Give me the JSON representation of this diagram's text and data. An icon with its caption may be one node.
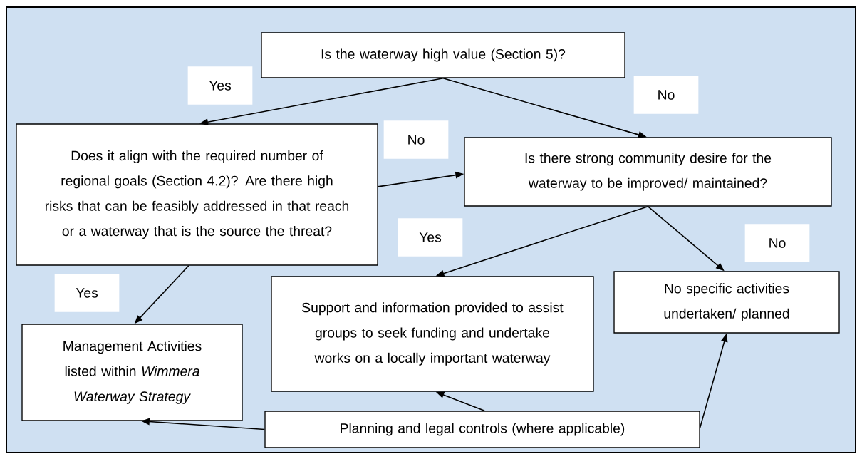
{
  "diagram": {
    "nodes": [
      {
        "text": [
          "Is the waterway high value (Section 5)?"
        ]
      },
      {
        "text": [
          "Does it align with the required number of regional goals (Section 4.2)? Are there high risks that can be feasibly addressed in that reach or a waterway that is the source the threat?"
        ]
      },
      {
        "text": [
          "Is there strong community desire for the waterway to be improved/ maintained?"
        ]
      },
      {
        "text": [
          "Support and information provided to assist groups to seek funding and undertake works on a locally important waterway"
        ]
      },
      {
        "text": [
          "No specific activities undertaken/ planned"
        ]
      },
      {
        "text": [
          "Management Activities listed within *Wimmera Waterway Strategy*"
        ]
      },
      {
        "text": [
          "Planning and legal controls (where applicable)"
        ]
      }
    ],
    "edges": [
      {
        "from": 0,
        "to": 1,
        "arrow": "to",
        "label": "Yes"
      },
      {
        "from": 0,
        "to": 2,
        "arrow": "to",
        "label": "No"
      },
      {
        "from": 1,
        "to": 2,
        "arrow": "to",
        "label": "No"
      },
      {
        "from": 2,
        "to": 3,
        "arrow": "to",
        "label": "Yes"
      },
      {
        "from": 2,
        "to": 4,
        "arrow": "to",
        "label": "No"
      },
      {
        "from": 1,
        "to": 5,
        "arrow": "to",
        "label": "Yes"
      },
      {
        "from": 6,
        "to": 5,
        "arrow": "to"
      },
      {
        "from": 6,
        "to": 3,
        "arrow": "to"
      },
      {
        "from": 6,
        "to": 4,
        "arrow": "to"
      }
    ]
  }
}
